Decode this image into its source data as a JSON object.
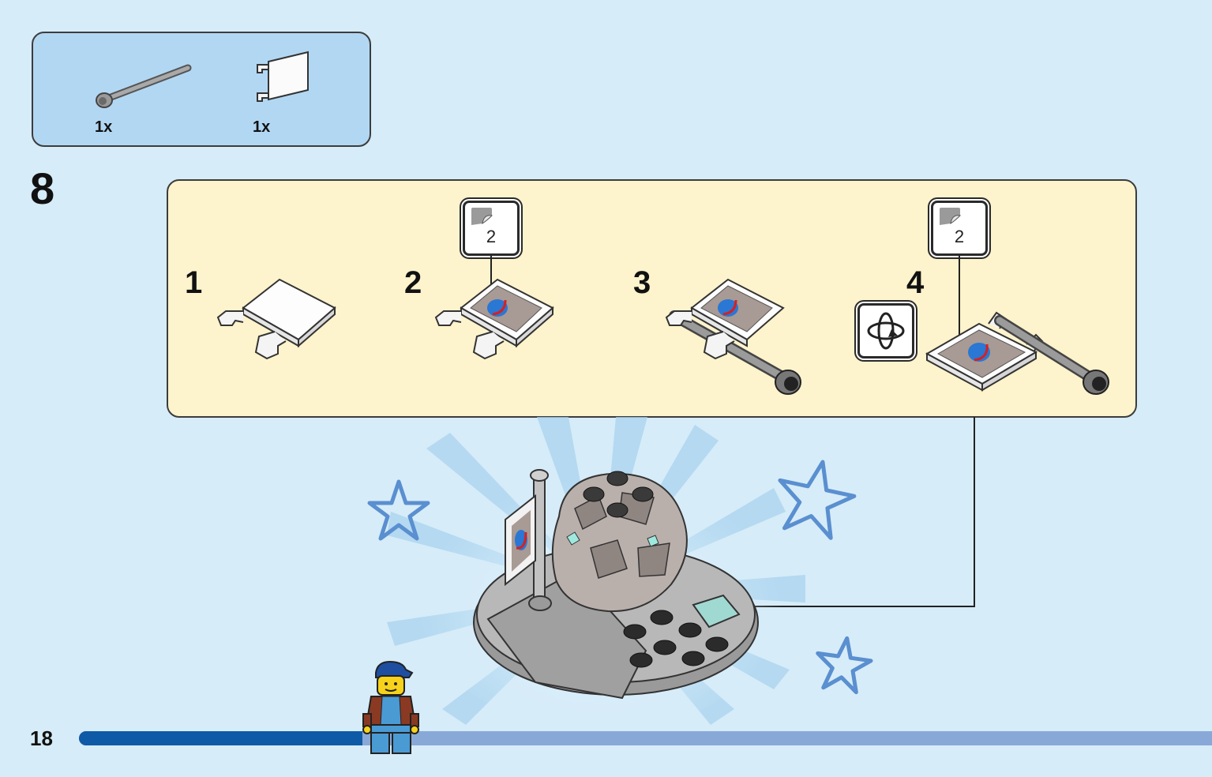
{
  "parts_list": {
    "items": [
      {
        "icon": "bar-with-stopper-part",
        "quantity": "1x"
      },
      {
        "icon": "flag-part",
        "quantity": "1x"
      }
    ]
  },
  "step": {
    "number": "8",
    "substeps": [
      {
        "number": "1"
      },
      {
        "number": "2",
        "sticker_number": "2"
      },
      {
        "number": "3"
      },
      {
        "number": "4",
        "sticker_number": "2",
        "icon": "rotate-model-icon"
      }
    ]
  },
  "page": {
    "number": "18",
    "progress": 0.25
  },
  "colors": {
    "background": "#d6ecf8",
    "parts_box": "#b2d7f3",
    "substep_box": "#fdf3cc",
    "progress_fill": "#0f5aa6",
    "progress_track": "#88a9d8"
  }
}
